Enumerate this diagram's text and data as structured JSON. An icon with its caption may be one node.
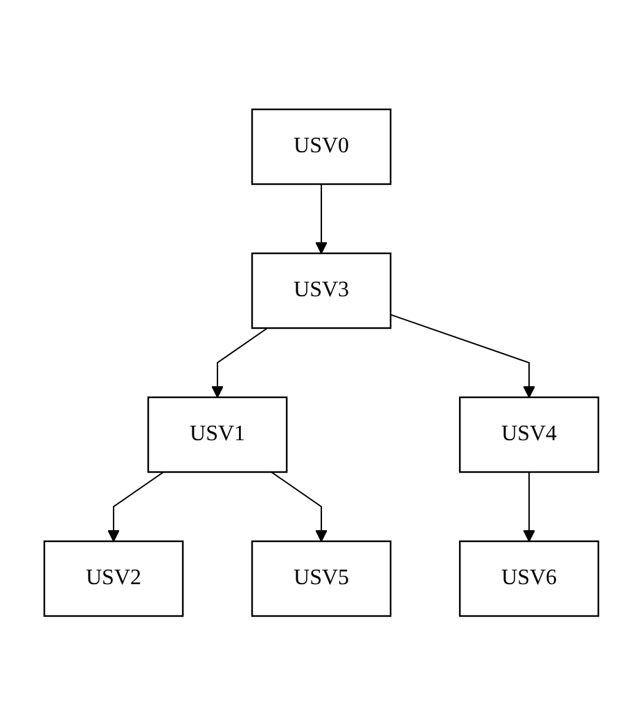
{
  "diagram": {
    "nodes": [
      {
        "text": [
          "USV0"
        ]
      },
      {
        "text": [
          "USV3"
        ]
      },
      {
        "text": [
          "USV1"
        ]
      },
      {
        "text": [
          "USV4"
        ]
      },
      {
        "text": [
          "USV2"
        ]
      },
      {
        "text": [
          "USV5"
        ]
      },
      {
        "text": [
          "USV6"
        ]
      }
    ],
    "edges": [
      {
        "from": 0,
        "to": 1,
        "arrow": "to"
      },
      {
        "from": 1,
        "to": 2,
        "arrow": "to"
      },
      {
        "from": 1,
        "to": 3,
        "arrow": "to"
      },
      {
        "from": 2,
        "to": 4,
        "arrow": "to"
      },
      {
        "from": 2,
        "to": 5,
        "arrow": "to"
      },
      {
        "from": 3,
        "to": 6,
        "arrow": "to"
      }
    ]
  }
}
